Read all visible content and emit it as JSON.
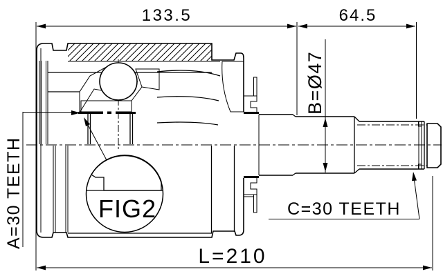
{
  "drawing": {
    "figure_label": "FIG2",
    "dimensions": {
      "top_left": "133.5",
      "top_right": "64.5",
      "overall_length": "L=210",
      "spline_a": "A=30 TEETH",
      "diameter_b": "B=Ø47",
      "spline_c": "C=30 TEETH"
    },
    "colors": {
      "ink": "#000000",
      "paper": "#ffffff"
    }
  }
}
